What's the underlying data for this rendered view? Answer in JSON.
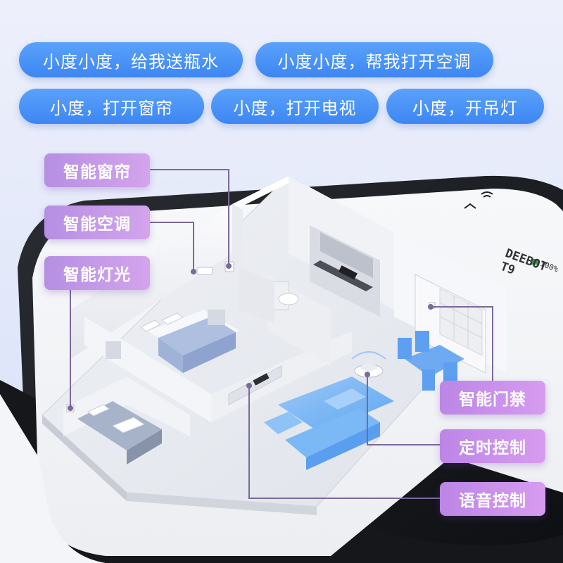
{
  "voice_commands": [
    "小度小度，给我送瓶水",
    "小度小度，帮我打开空调",
    "小度，打开窗帘",
    "小度，打开电视",
    "小度，开吊灯"
  ],
  "features_left": [
    "智能窗帘",
    "智能空调",
    "智能灯光"
  ],
  "features_right": [
    "智能门禁",
    "定时控制",
    "语音控制"
  ],
  "phone_screen": {
    "device_name": "DEEBOT T9",
    "battery": "100%"
  },
  "colors": {
    "bubble": "#4a94f8",
    "tag": "#c59ae8",
    "leader_line": "#7a6a9a"
  }
}
